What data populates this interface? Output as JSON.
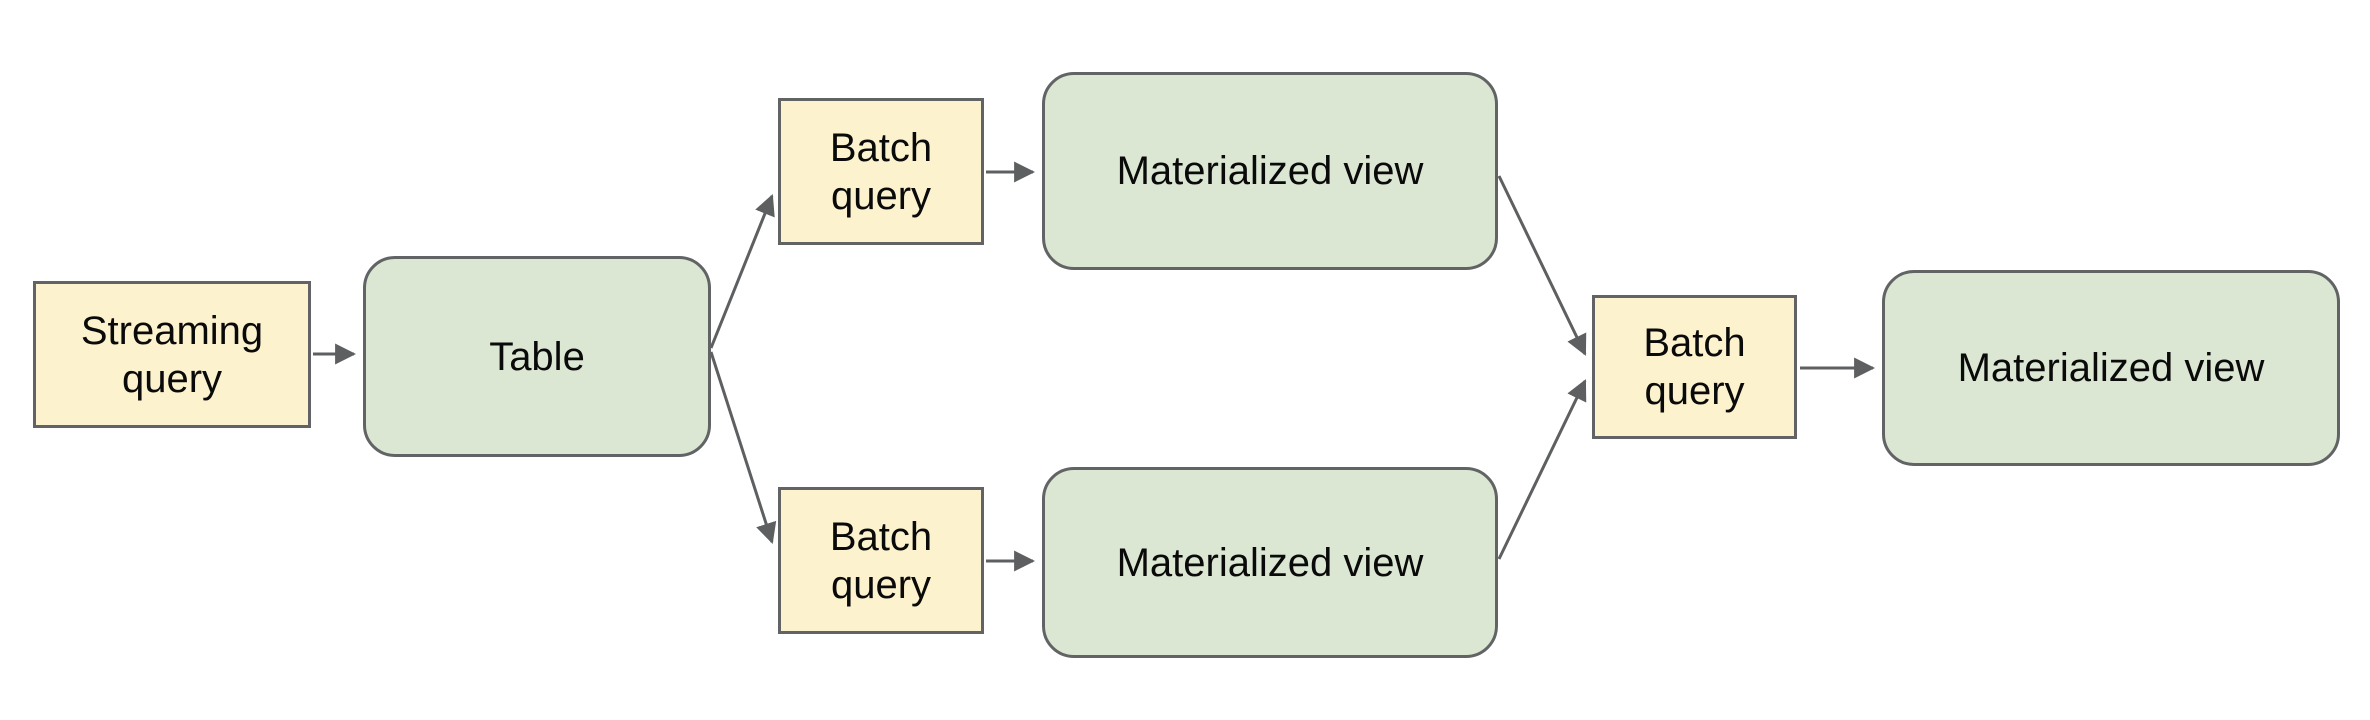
{
  "diagram": {
    "type": "flowchart",
    "description": "Data pipeline flow: a streaming query writes to a table, two batch queries build materialized views from the table, and a final batch query combines both materialized views into one materialized view.",
    "nodes": [
      {
        "id": "streaming-query",
        "label": "Streaming query",
        "kind": "query"
      },
      {
        "id": "table",
        "label": "Table",
        "kind": "view"
      },
      {
        "id": "batch-query-top",
        "label": "Batch query",
        "kind": "query"
      },
      {
        "id": "materialized-view-top",
        "label": "Materialized view",
        "kind": "view"
      },
      {
        "id": "batch-query-bottom",
        "label": "Batch query",
        "kind": "query"
      },
      {
        "id": "materialized-view-bottom",
        "label": "Materialized view",
        "kind": "view"
      },
      {
        "id": "batch-query-final",
        "label": "Batch query",
        "kind": "query"
      },
      {
        "id": "materialized-view-final",
        "label": "Materialized view",
        "kind": "view"
      }
    ],
    "edges": [
      {
        "from": "streaming-query",
        "to": "table"
      },
      {
        "from": "table",
        "to": "batch-query-top"
      },
      {
        "from": "batch-query-top",
        "to": "materialized-view-top"
      },
      {
        "from": "table",
        "to": "batch-query-bottom"
      },
      {
        "from": "batch-query-bottom",
        "to": "materialized-view-bottom"
      },
      {
        "from": "materialized-view-top",
        "to": "batch-query-final"
      },
      {
        "from": "materialized-view-bottom",
        "to": "batch-query-final"
      },
      {
        "from": "batch-query-final",
        "to": "materialized-view-final"
      }
    ],
    "colors": {
      "query_fill": "#FCF2CE",
      "view_fill": "#DBE7D3",
      "border": "#616365",
      "arrow": "#5E5F61",
      "text": "#0A0A0A",
      "background": "#FFFFFF"
    }
  }
}
